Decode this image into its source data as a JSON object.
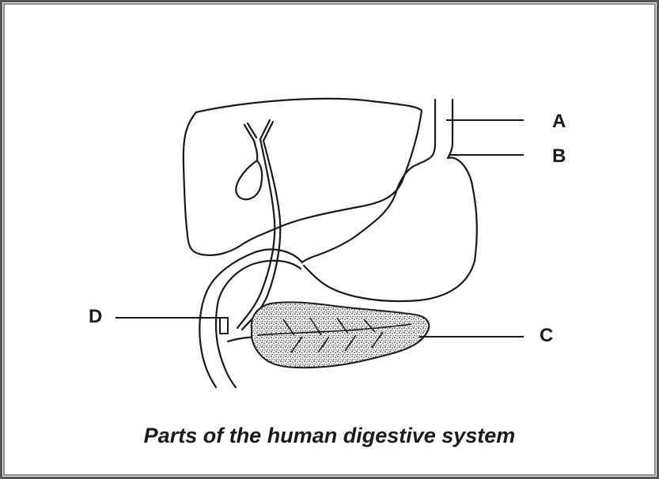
{
  "diagram": {
    "caption": "Parts of the human digestive system",
    "labels": {
      "a": "A",
      "b": "B",
      "c": "C",
      "d": "D"
    }
  },
  "colors": {
    "ink": "#1a1a1a",
    "border": "#555555",
    "stipple": "#2a2a2a"
  }
}
